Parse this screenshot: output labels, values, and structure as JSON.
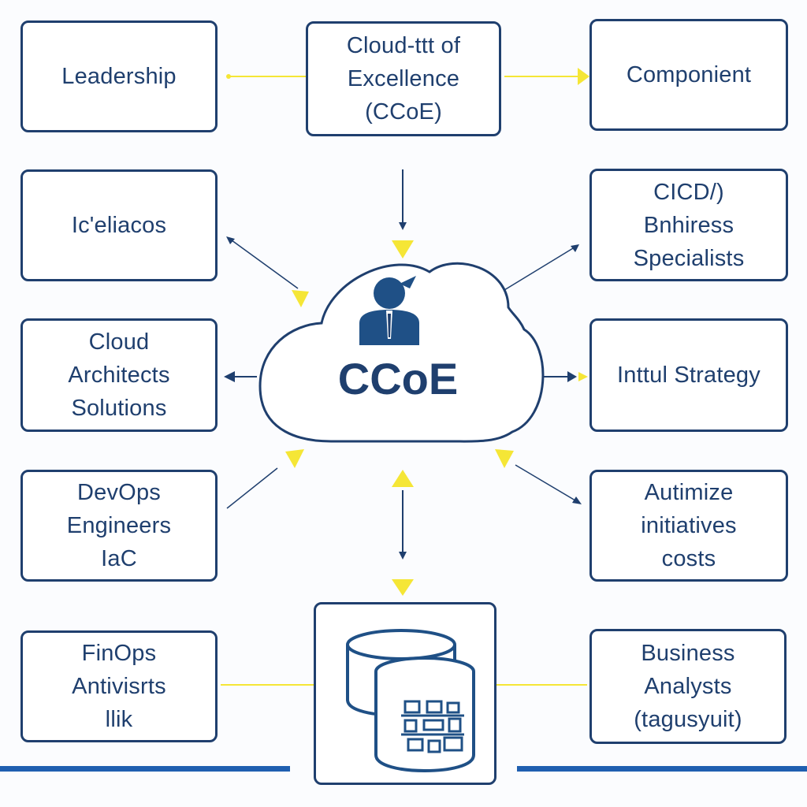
{
  "colors": {
    "navy": "#1f3f6e",
    "accent_yellow": "#f5e636",
    "bar_blue": "#1f5fb0"
  },
  "center": {
    "label": "CCoE",
    "icon": "person-icon"
  },
  "boxes": {
    "top_left": [
      "Leadership"
    ],
    "top_center": [
      "Cloud-ttt of",
      "Excellence",
      "(CCoE)"
    ],
    "top_right": [
      "Componient"
    ],
    "r2_left": [
      "Ic'eliacos"
    ],
    "r2_right": [
      "CICD/)",
      "Bnhiress",
      "Specialists"
    ],
    "r3_left": [
      "Cloud",
      "Architects",
      "Solutions"
    ],
    "r3_right": [
      "Inttul Strategy"
    ],
    "r4_left": [
      "DevOps",
      "Engineers",
      "IaC"
    ],
    "r4_right": [
      "Autimize",
      "initiatives",
      "costs"
    ],
    "bottom_left": [
      "FinOps",
      "Antivisrts",
      "llik"
    ],
    "bottom_center": {
      "icon": "database-icon"
    },
    "bottom_right": [
      "Business",
      "Analysts",
      "(tagusyuit)"
    ]
  }
}
